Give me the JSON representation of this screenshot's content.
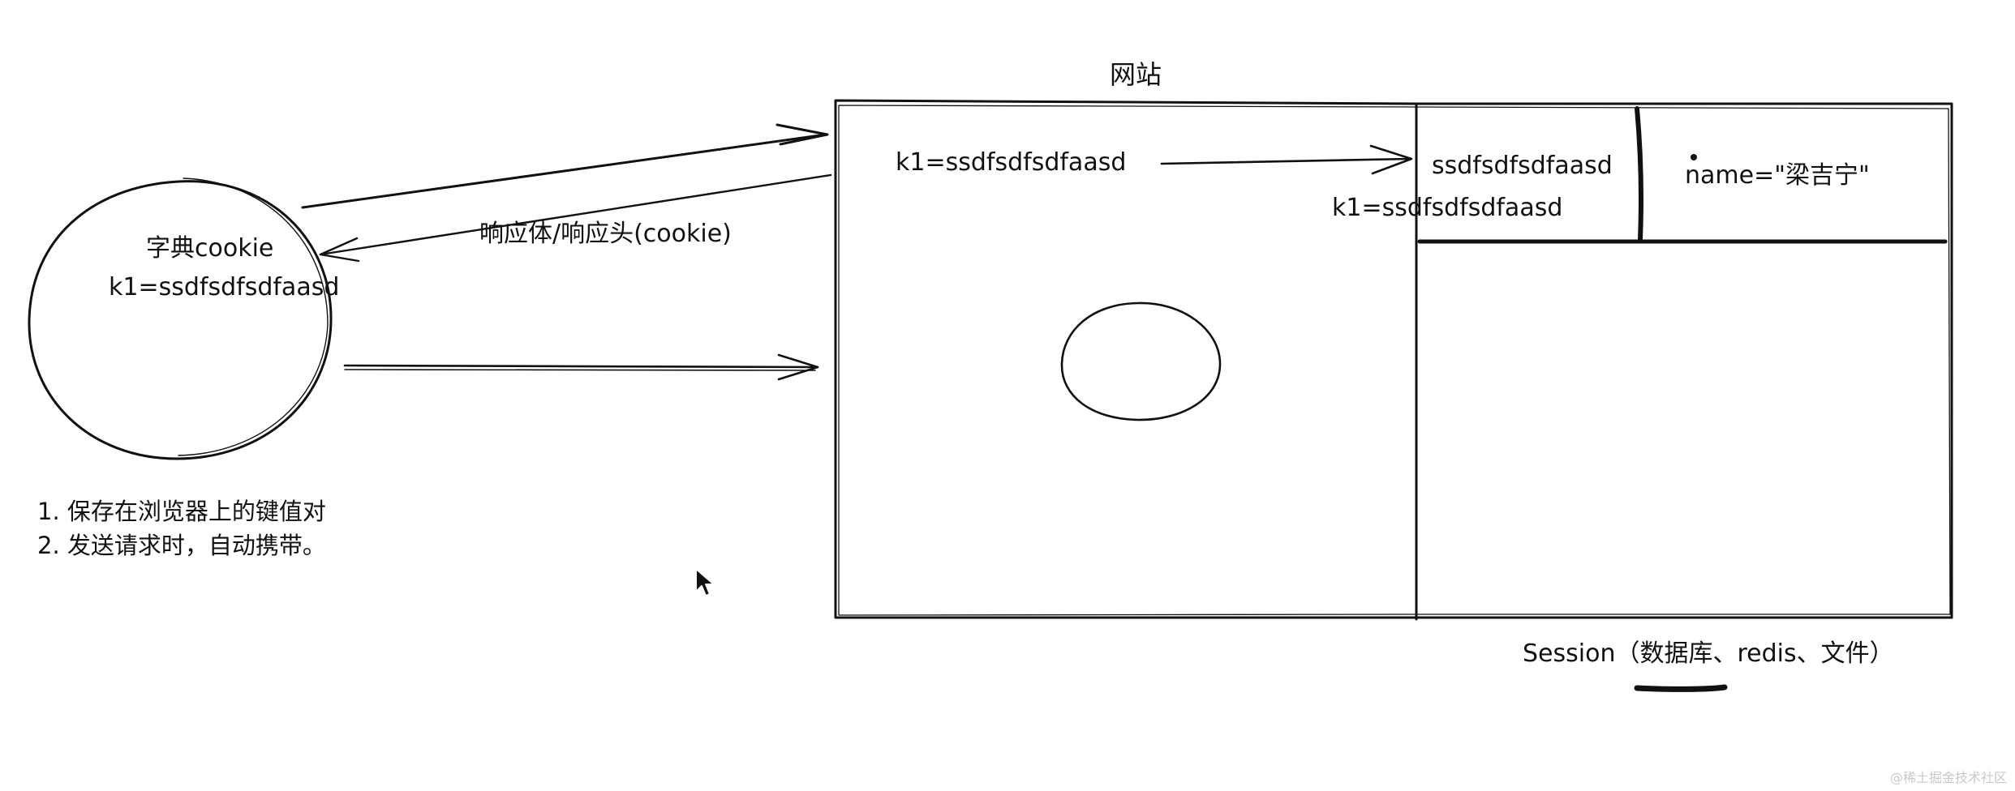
{
  "browser": {
    "dict_label": "字典cookie",
    "cookie_pair": "k1=ssdfsdfsdfaasd"
  },
  "response": {
    "label": "响应体/响应头(cookie)"
  },
  "website": {
    "title": "网站",
    "cookie_pair": "k1=ssdfsdfsdfaasd"
  },
  "session_store": {
    "key": "ssdfsdfsdfaasd",
    "value": "name=\"梁吉宁\"",
    "pair": "k1=ssdfsdfsdfaasd",
    "caption": "Session（数据库、redis、文件）"
  },
  "notes": {
    "line1": "1. 保存在浏览器上的键值对",
    "line2": "2. 发送请求时，自动携带。"
  },
  "watermark": "@稀土掘金技术社区"
}
